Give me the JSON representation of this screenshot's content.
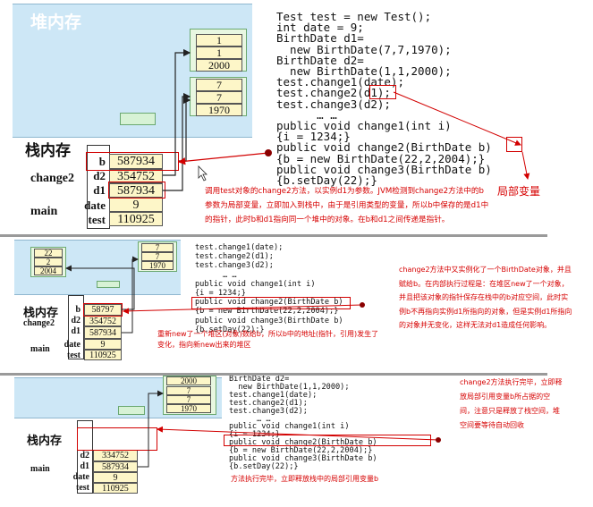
{
  "section1": {
    "heap_label": "堆内存",
    "stack_label": "栈内存",
    "heap_objects": [
      {
        "name": "birthdate-d1",
        "values": [
          "1",
          "1",
          "2000"
        ]
      },
      {
        "name": "birthdate-d2",
        "values": [
          "7",
          "7",
          "1970"
        ]
      }
    ],
    "stack_rows": [
      {
        "var": "b",
        "value": "587934"
      },
      {
        "var": "d2",
        "value": "354752"
      },
      {
        "var": "d1",
        "value": "587934"
      },
      {
        "var": "date",
        "value": "9"
      },
      {
        "var": "test",
        "value": "110925"
      }
    ],
    "frame_labels": {
      "change2": "change2",
      "main": "main"
    },
    "code_lines": [
      "Test test = new Test();",
      "int date = 9;",
      "BirthDate d1=",
      "  new BirthDate(7,7,1970);",
      "BirthDate d2=",
      "  new BirthDate(1,1,2000);",
      "test.change1(date);",
      "test.change2(d1);",
      "test.change3(d2);",
      "      … …",
      "public void change1(int i)",
      "{i = 1234;}",
      "public void change2(BirthDate b)",
      "{b = new BirthDate(22,2,2004);}",
      "public void change3(BirthDate b)",
      "{b.setDay(22);}"
    ],
    "local_var_label": "局部变量",
    "note_lines": [
      "调用test对象的change2方法，以实例d1为参数。JVM检测到change2方法中的b",
      "参数为局部变量，立即加入到栈中，由于是引用类型的变量，所以b中保存的是d1中",
      "的指针，此时b和d1指向同一个堆中的对象。在b和d1之间传递是指针。"
    ]
  },
  "section2": {
    "heap_objects": [
      {
        "name": "new-birthdate",
        "values": [
          "22",
          "2",
          "2004"
        ]
      },
      {
        "name": "birthdate-d2",
        "values": [
          "7",
          "7",
          "1970"
        ]
      }
    ],
    "stack_label": "栈内存",
    "stack_rows": [
      {
        "var": "b",
        "value": "58797"
      },
      {
        "var": "d2",
        "value": "354752"
      },
      {
        "var": "d1",
        "value": "587934"
      },
      {
        "var": "date",
        "value": "9"
      },
      {
        "var": "test",
        "value": "110925"
      }
    ],
    "frame_labels": {
      "change2": "change2",
      "main": "main"
    },
    "code_lines": [
      "test.change1(date);",
      "test.change2(d1);",
      "test.change3(d2);",
      "      … …",
      "public void change1(int i)",
      "{i = 1234;}",
      "public void change2(BirthDate b)",
      "{b = new BirthDate(22,2,2004);}",
      "public void change3(BirthDate b)",
      "{b.setDay(22);}"
    ],
    "note_lines": [
      "重新new了一个堆区(对象)数给b，所以b中的地址(指针，引用)发生了",
      "变化，指向新new出来的堆区"
    ],
    "side_lines": [
      "change2方法中又实例化了一个BirthDate对象，并且",
      "赋给b。在内部执行过程是：在堆区new了一个对象，",
      "并且把该对象的指针保存在栈中的b对应空间，此时实",
      "例b不再指向实例d1所指向的对象，但是实例d1所指向",
      "的对象并无变化，这样无法对d1造成任何影响。"
    ]
  },
  "section3": {
    "heap_object": {
      "values": [
        "2000",
        "7",
        "7",
        "1970"
      ]
    },
    "stack_label": "栈内存",
    "stack_rows": [
      {
        "var": "d2",
        "value": "334752"
      },
      {
        "var": "d1",
        "value": "587934"
      },
      {
        "var": "date",
        "value": "9"
      },
      {
        "var": "test",
        "value": "110925"
      }
    ],
    "frame_labels": {
      "main": "main"
    },
    "code_lines": [
      "BirthDate d2=",
      "  new BirthDate(1,1,2000);",
      "test.change1(date);",
      "test.change2(d1);",
      "test.change3(d2);",
      "      … …",
      "public void change1(int i)",
      "{i = 1234;}",
      "public void change2(BirthDate b)",
      "{b = new BirthDate(22,2,2004);}",
      "public void change3(BirthDate b)",
      "{b.setDay(22);}"
    ],
    "note_lines": [
      "方法执行完毕，立即释放栈中的局部引用变量b"
    ],
    "side_lines": [
      "change2方法执行完毕，立即释",
      "放局部引用变量b所占据的空",
      "间，注意只是释放了栈空间，堆",
      "空间要等待自动回收"
    ]
  },
  "colors": {
    "heap": "#cde7f6",
    "cell": "#fdf6c8",
    "accent_red": "#d60000"
  }
}
